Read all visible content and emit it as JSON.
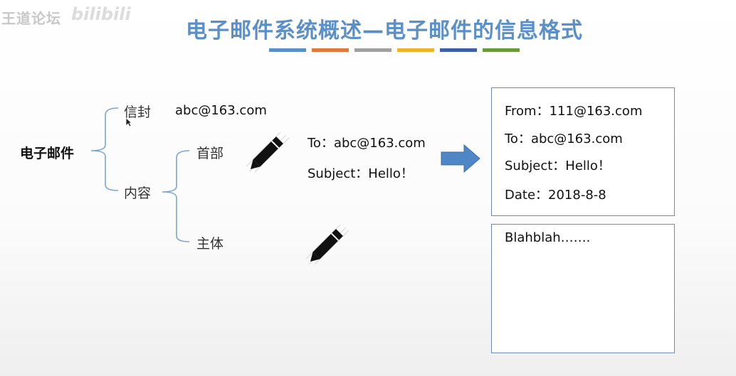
{
  "watermark": {
    "text1": "王道论坛",
    "text2": "bilibili"
  },
  "title": "电子邮件系统概述—电子邮件的信息格式",
  "stripe_colors": [
    "#5b8fc7",
    "#e07a3c",
    "#a0a0a0",
    "#f0b428",
    "#3c5fa8",
    "#6a9a3c"
  ],
  "tree": {
    "root": "电子邮件",
    "envelope": {
      "label": "信封",
      "value": "abc@163.com"
    },
    "content": {
      "label": "内容",
      "header": "首部",
      "body": "主体"
    }
  },
  "draft": {
    "to": "To：abc@163.com",
    "subject": "Subject：Hello！"
  },
  "header_box": {
    "from": "From：111@163.com",
    "to": "To：abc@163.com",
    "subject": "Subject：Hello！",
    "date": "Date：2018-8-8"
  },
  "body_box": {
    "text": "Blahblah……."
  },
  "icons": [
    "pencil-icon",
    "arrow-right-icon",
    "cursor-icon"
  ]
}
